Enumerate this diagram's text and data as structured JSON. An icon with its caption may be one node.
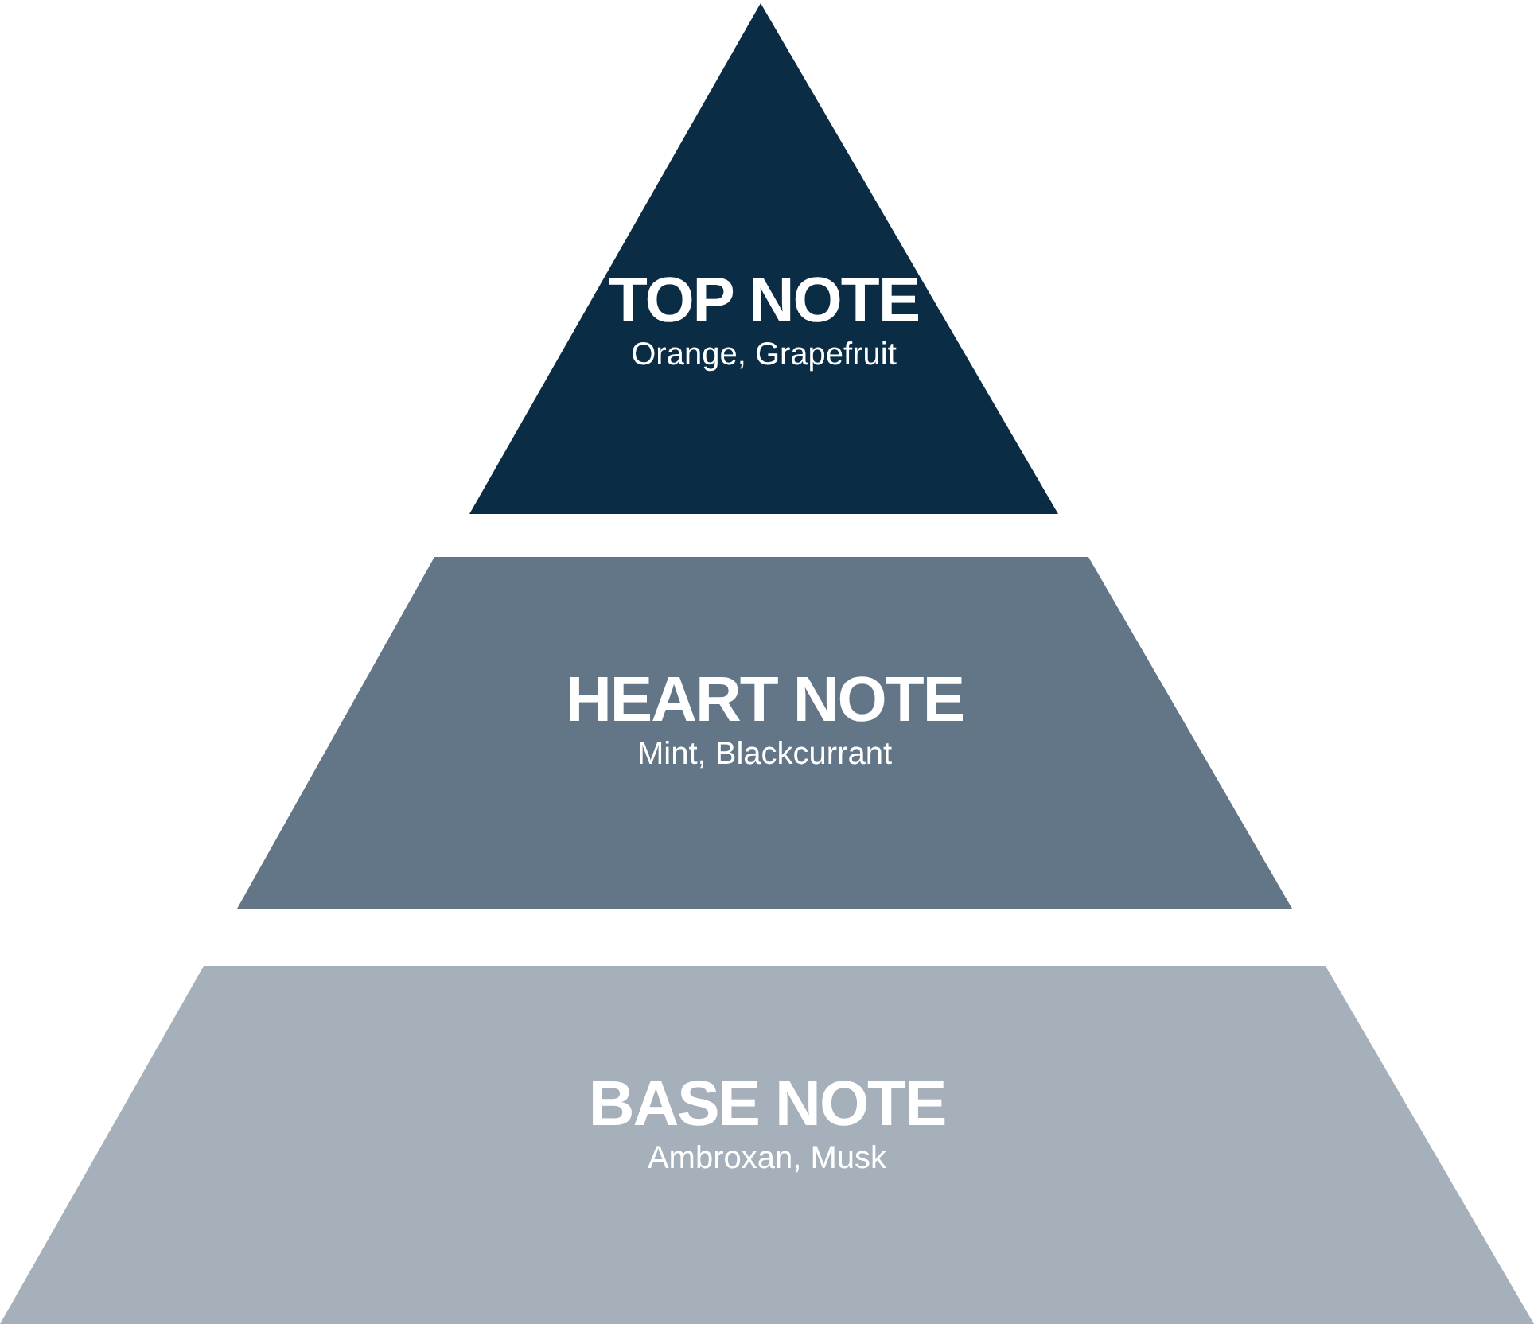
{
  "diagram": {
    "nodes": [
      {
        "text": [
          "TOP NOTE",
          "Orange, Grapefruit"
        ]
      },
      {
        "text": [
          "HEART NOTE",
          "Mint, Blackcurrant"
        ]
      },
      {
        "text": [
          "BASE NOTE",
          "Ambroxan, Musk"
        ]
      }
    ]
  }
}
